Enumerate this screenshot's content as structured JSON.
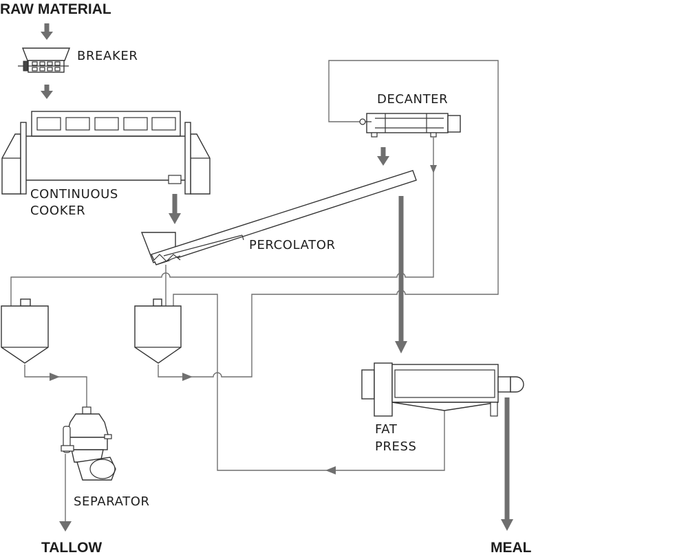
{
  "labels": {
    "raw_material": "RAW MATERIAL",
    "breaker": "BREAKER",
    "continuous_cooker_1": "CONTINUOUS",
    "continuous_cooker_2": "COOKER",
    "decanter": "DECANTER",
    "percolator": "PERCOLATOR",
    "fat_press_1": "FAT",
    "fat_press_2": "PRESS",
    "separator": "SEPARATOR",
    "tallow": "TALLOW",
    "meal": "MEAL"
  },
  "colors": {
    "flow": "#6f6f6f",
    "equipment_stroke": "#333333",
    "text": "#1e1e1e"
  }
}
